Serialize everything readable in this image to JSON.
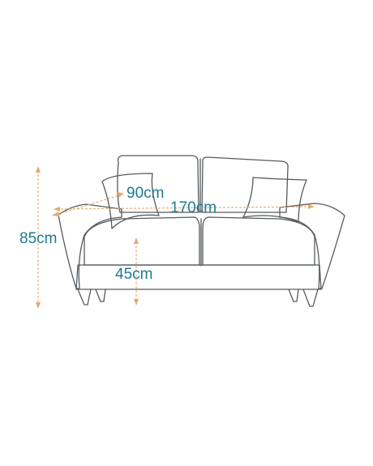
{
  "dimensions": {
    "height": "85cm",
    "depth": "90cm",
    "width": "170cm",
    "seat_height": "45cm"
  },
  "colors": {
    "outline": "#555a5e",
    "dimension_line": "#e8a86c",
    "label": "#1d7a93",
    "background": "#ffffff"
  }
}
